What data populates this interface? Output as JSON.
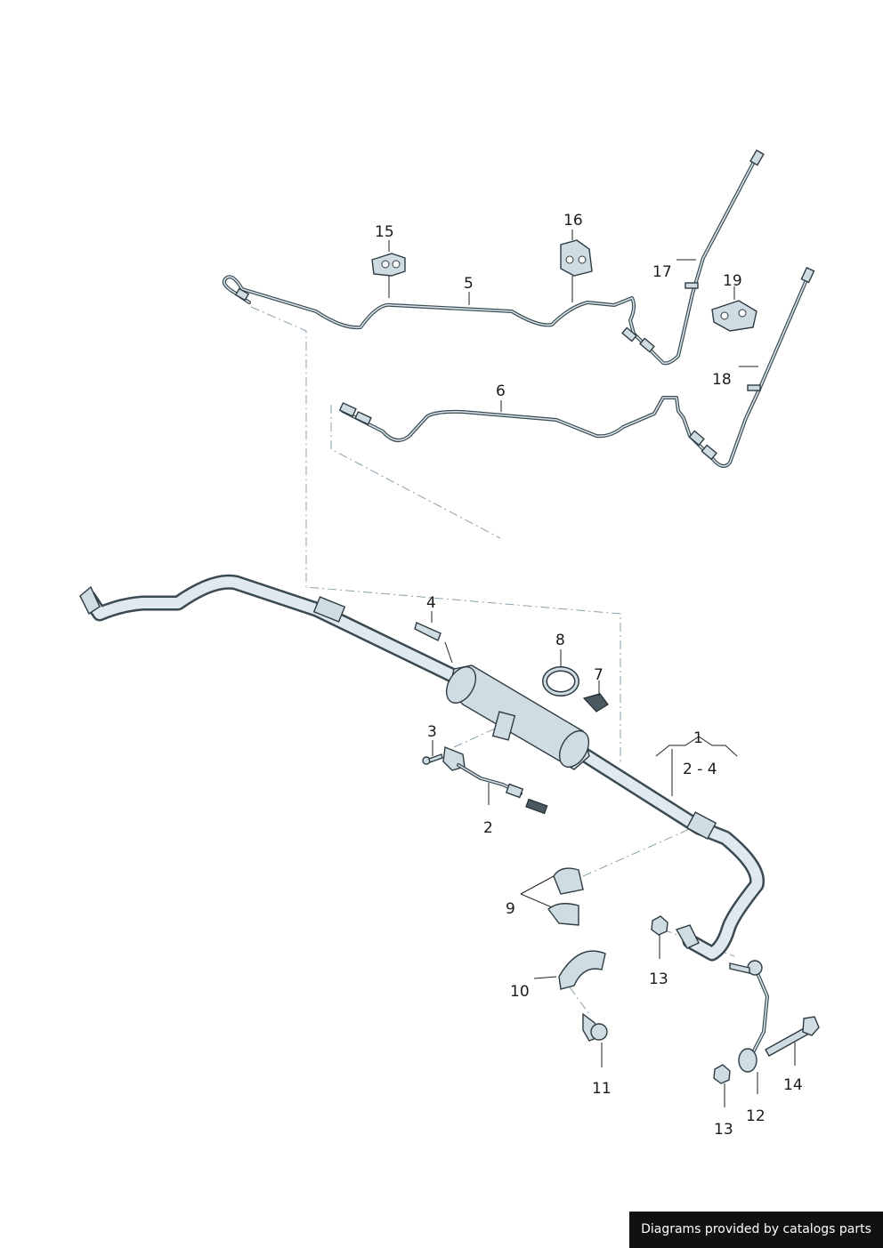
{
  "callouts": {
    "c1": "1",
    "c2": "2",
    "c2_4": "2 - 4",
    "c3": "3",
    "c4": "4",
    "c5": "5",
    "c6": "6",
    "c7": "7",
    "c8": "8",
    "c9": "9",
    "c10": "10",
    "c11": "11",
    "c12": "12",
    "c13a": "13",
    "c13b": "13",
    "c14": "14",
    "c15": "15",
    "c16": "16",
    "c17": "17",
    "c18": "18",
    "c19": "19"
  },
  "watermark": "Diagrams provided by catalogs parts",
  "colors": {
    "line": "#3a4a52",
    "part_fill": "#cfdde3",
    "leader": "#222222",
    "watermark_bg": "#111111"
  }
}
